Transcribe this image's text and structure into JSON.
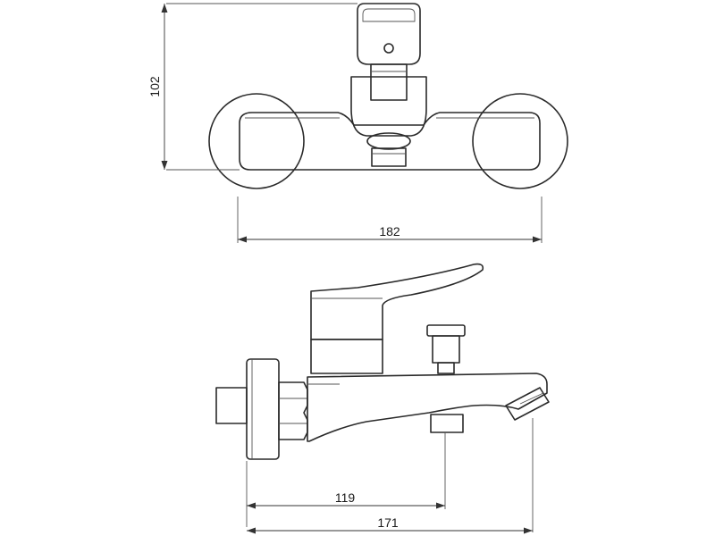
{
  "dimensions": {
    "height_label": "102",
    "width_top_label": "182",
    "depth_outlet_label": "119",
    "depth_total_label": "171"
  },
  "colors": {
    "line": "#2a2a2a",
    "background": "#ffffff"
  }
}
